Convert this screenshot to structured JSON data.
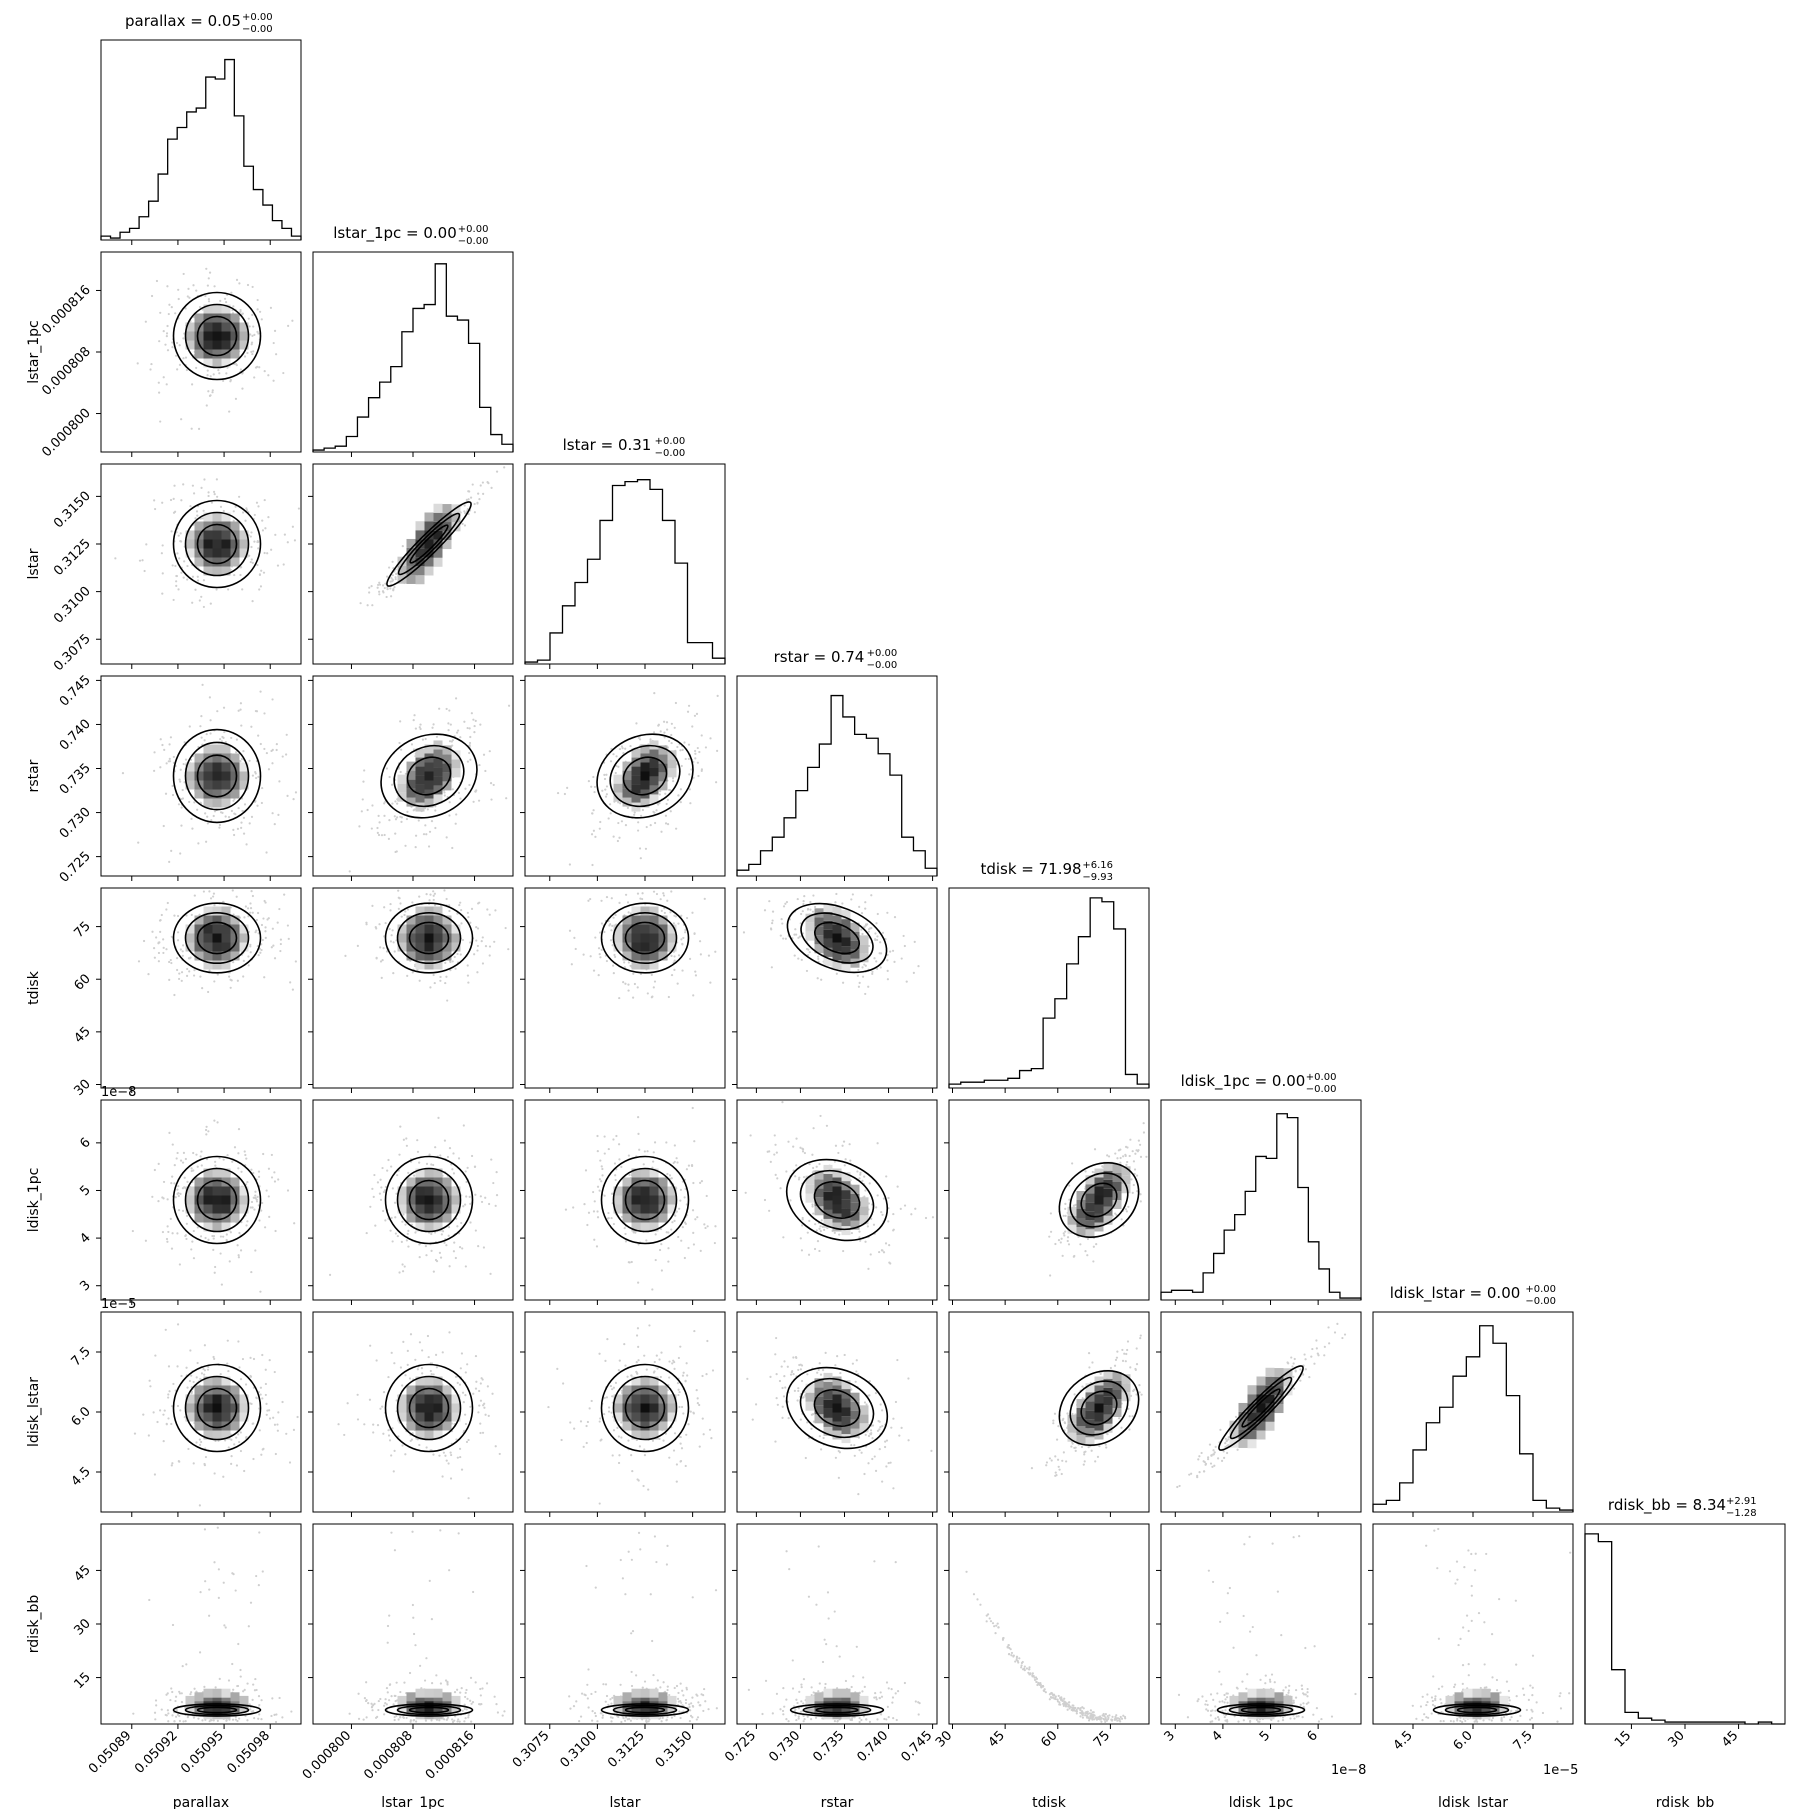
{
  "chart_data": {
    "type": "corner",
    "parameters": [
      {
        "name": "parallax",
        "label": "parallax",
        "range": [
          0.05087,
          0.051
        ],
        "ticks": [
          0.05089,
          0.05092,
          0.05095,
          0.05098
        ],
        "tick_labels": [
          "0.05089",
          "0.05092",
          "0.05095",
          "0.05098"
        ],
        "title": "parallax = 0.05",
        "title_sup": "+0.00",
        "title_sub": "−0.00",
        "offset_text": "",
        "hist": [
          0.02,
          0.01,
          0.04,
          0.06,
          0.12,
          0.2,
          0.34,
          0.52,
          0.58,
          0.66,
          0.68,
          0.84,
          0.83,
          0.93,
          0.64,
          0.38,
          0.26,
          0.18,
          0.1,
          0.06,
          0.02
        ]
      },
      {
        "name": "lstar_1pc",
        "label": "lstar_1pc",
        "range": [
          0.000795,
          0.000821
        ],
        "ticks": [
          0.0008,
          0.000808,
          0.000816
        ],
        "tick_labels": [
          "0.000800",
          "0.000808",
          "0.000816"
        ],
        "title": "lstar_1pc = 0.00",
        "title_sup": "+0.00",
        "title_sub": "−0.00",
        "offset_text": "",
        "hist": [
          0.01,
          0.02,
          0.03,
          0.08,
          0.18,
          0.28,
          0.36,
          0.44,
          0.62,
          0.74,
          0.76,
          0.97,
          0.7,
          0.68,
          0.56,
          0.23,
          0.09,
          0.04
        ]
      },
      {
        "name": "lstar",
        "label": "lstar",
        "range": [
          0.3062,
          0.3167
        ],
        "ticks": [
          0.3075,
          0.31,
          0.3125,
          0.315
        ],
        "tick_labels": [
          "0.3075",
          "0.3100",
          "0.3125",
          "0.3150"
        ],
        "title": "lstar = 0.31",
        "title_sup": "+0.00",
        "title_sub": "−0.00",
        "offset_text": "",
        "hist": [
          0.01,
          0.02,
          0.16,
          0.3,
          0.42,
          0.54,
          0.74,
          0.92,
          0.94,
          0.95,
          0.9,
          0.74,
          0.52,
          0.11,
          0.11,
          0.03
        ]
      },
      {
        "name": "rstar",
        "label": "rstar",
        "range": [
          0.7228,
          0.7455
        ],
        "ticks": [
          0.725,
          0.73,
          0.735,
          0.74,
          0.745
        ],
        "tick_labels": [
          "0.725",
          "0.730",
          "0.735",
          "0.740",
          "0.745"
        ],
        "title": "rstar = 0.74",
        "title_sup": "+0.00",
        "title_sub": "−0.00",
        "offset_text": "",
        "hist": [
          0.03,
          0.06,
          0.13,
          0.2,
          0.3,
          0.44,
          0.56,
          0.68,
          0.93,
          0.82,
          0.73,
          0.71,
          0.63,
          0.52,
          0.2,
          0.13,
          0.04
        ]
      },
      {
        "name": "tdisk",
        "label": "tdisk",
        "range": [
          29,
          86
        ],
        "ticks": [
          30,
          45,
          60,
          75
        ],
        "tick_labels": [
          "30",
          "45",
          "60",
          "75"
        ],
        "title": "tdisk = 71.98",
        "title_sup": "+6.16",
        "title_sub": "−9.93",
        "offset_text": "",
        "hist": [
          0.02,
          0.03,
          0.03,
          0.04,
          0.04,
          0.05,
          0.09,
          0.1,
          0.36,
          0.46,
          0.64,
          0.78,
          0.98,
          0.96,
          0.82,
          0.07,
          0.02
        ]
      },
      {
        "name": "ldisk_1pc",
        "label": "ldisk_1pc",
        "range": [
          2.7e-08,
          6.9e-08
        ],
        "ticks": [
          3e-08,
          4e-08,
          5e-08,
          6e-08
        ],
        "tick_labels": [
          "3",
          "4",
          "5",
          "6"
        ],
        "title": "ldisk_1pc = 0.00",
        "title_sup": "+0.00",
        "title_sub": "−0.00",
        "offset_text": "1e−8",
        "hist": [
          0.04,
          0.05,
          0.05,
          0.04,
          0.14,
          0.24,
          0.36,
          0.44,
          0.56,
          0.74,
          0.73,
          0.96,
          0.94,
          0.58,
          0.3,
          0.16,
          0.04,
          0.01,
          0.01
        ]
      },
      {
        "name": "ldisk_lstar",
        "label": "ldisk_lstar",
        "range": [
          3.5e-05,
          8.5e-05
        ],
        "ticks": [
          4.5e-05,
          6e-05,
          7.5e-05
        ],
        "tick_labels": [
          "4.5",
          "6.0",
          "7.5"
        ],
        "title": "ldisk_lstar = 0.00",
        "title_sup": "+0.00",
        "title_sub": "−0.00",
        "offset_text": "1e−5",
        "hist": [
          0.04,
          0.06,
          0.15,
          0.32,
          0.46,
          0.54,
          0.7,
          0.8,
          0.96,
          0.87,
          0.6,
          0.3,
          0.06,
          0.02,
          0.01
        ]
      },
      {
        "name": "rdisk_bb",
        "label": "rdisk_bb",
        "range": [
          2,
          58
        ],
        "ticks": [
          15,
          30,
          45
        ],
        "tick_labels": [
          "15",
          "30",
          "45"
        ],
        "title": "rdisk_bb = 8.34",
        "title_sup": "+2.91",
        "title_sub": "−1.28",
        "offset_text": "",
        "hist": [
          0.98,
          0.94,
          0.28,
          0.06,
          0.03,
          0.02,
          0.01,
          0.01,
          0.01,
          0.01,
          0.01,
          0.01,
          0.0,
          0.01,
          0.0
        ]
      }
    ],
    "y_offset_texts": {
      "ldisk_1pc": "1e−8",
      "ldisk_lstar": "1e−5"
    },
    "layout": "lower-triangular corner plot, 1D histograms on diagonal, 2D contour/density panels below",
    "grid": false,
    "legend": "none"
  }
}
